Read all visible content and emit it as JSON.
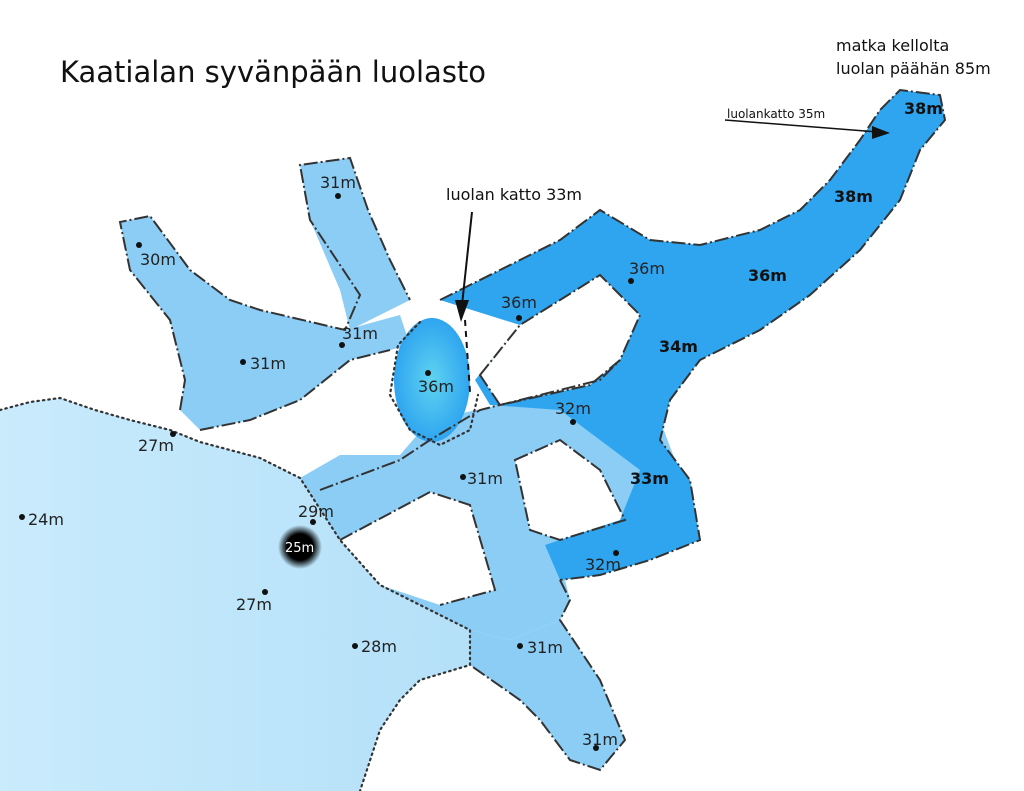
{
  "title": "Kaatialan syvänpään luolasto",
  "distance_note": {
    "line1": "matka kellolta",
    "line2": "luolan päähän 85m"
  },
  "ceiling_note": "luolan katto 33m",
  "roof_note": "luolankatto 35m",
  "colors": {
    "light_cave": "#8ccdf6",
    "deep_cave": "#2fa5f0",
    "open_water": "#c6e9fb",
    "outline": "#333333"
  },
  "depths": {
    "d1": "31m",
    "d2": "30m",
    "d3": "31m",
    "d4": "31m",
    "d5": "36m",
    "d6": "36m",
    "d7": "36m",
    "d8": "38m",
    "d9": "38m",
    "d10": "36m",
    "d11": "34m",
    "d12": "32m",
    "d13": "33m",
    "d14": "31m",
    "d15": "27m",
    "d16": "24m",
    "d17": "29m",
    "d18": "25m",
    "d19": "27m",
    "d20": "28m",
    "d21": "32m",
    "d22": "31m",
    "d23": "31m"
  }
}
